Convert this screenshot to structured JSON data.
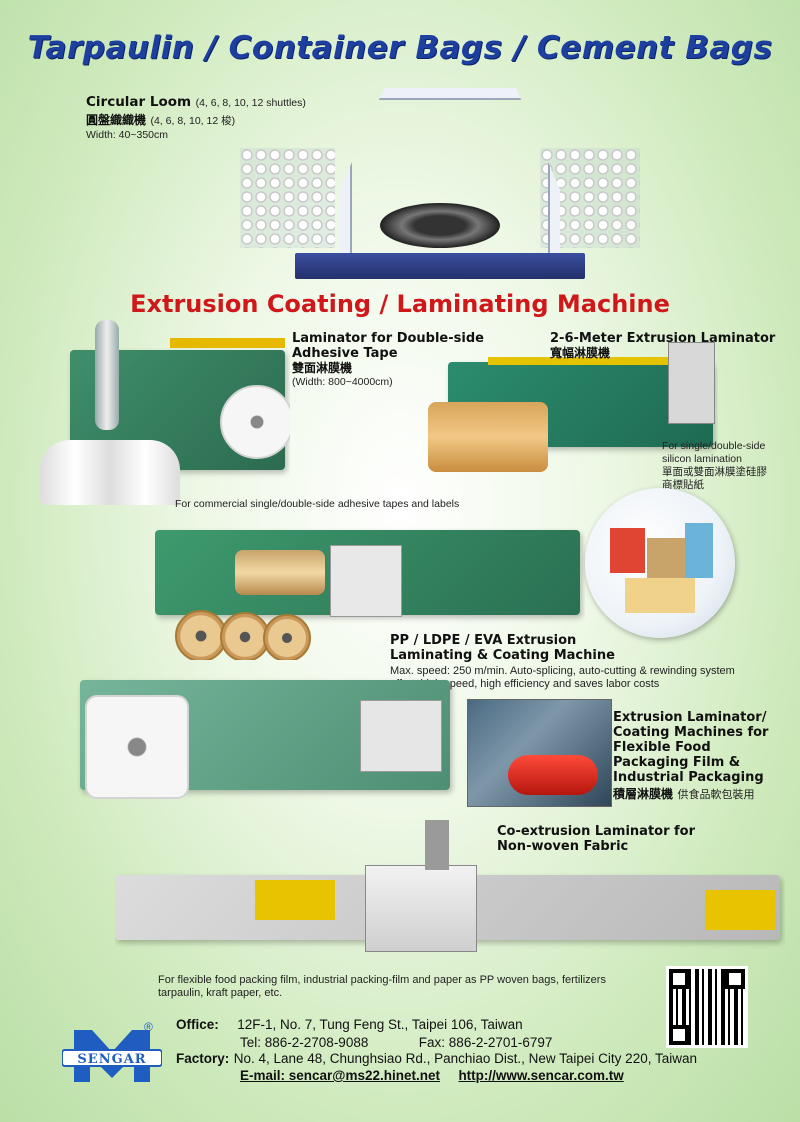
{
  "title": "Tarpaulin / Container Bags / Cement Bags",
  "circular_loom": {
    "name": "Circular Loom",
    "shuttles": "(4, 6, 8, 10, 12 shuttles)",
    "name_cn": "圓盤織織機",
    "shuttles_cn": "(4, 6, 8, 10, 12 梭)",
    "width": "Width: 40~350cm"
  },
  "section_title": "Extrusion Coating / Laminating Machine",
  "laminator_tape": {
    "line1": "Laminator for Double-side",
    "line2": "Adhesive Tape",
    "name_cn": "雙面淋膜機",
    "width": "(Width: 800~4000cm)",
    "caption": "For commercial single/double-side adhesive tapes and labels"
  },
  "extrusion_laminator_26": {
    "name": "2-6-Meter Extrusion Laminator",
    "name_cn": "寬幅淋膜機",
    "desc1": "For single/double-side",
    "desc2": "silicon lamination",
    "desc_cn1": "單面或雙面淋膜塗硅膠",
    "desc_cn2": "商標貼紙"
  },
  "pp_ldpe": {
    "line1": "PP / LDPE / EVA Extrusion",
    "line2": "Laminating & Coating Machine",
    "desc1": "Max. speed: 250 m/min. Auto-splicing, auto-cutting & rewinding system",
    "desc2": "offers high speed, high efficiency and saves labor costs"
  },
  "food_packaging": {
    "line1": "Extrusion Laminator/",
    "line2": "Coating Machines for",
    "line3": "Flexible Food",
    "line4": "Packaging Film &",
    "line5": "Industrial Packaging",
    "name_cn": "積層淋膜機",
    "note_cn": "供食品軟包裝用"
  },
  "coextrusion": {
    "line1": "Co-extrusion Laminator for",
    "line2": "Non-woven Fabric"
  },
  "bottom_note": {
    "line1": "For flexible food packing film, industrial packing-film and paper as PP woven bags, fertilizers",
    "line2": "tarpaulin, kraft paper, etc."
  },
  "company": {
    "logo_text": "SENGAR",
    "registered": "®",
    "office_label": "Office:",
    "office_address": "12F-1, No. 7, Tung Feng St., Taipei 106, Taiwan",
    "tel": "Tel: 886-2-2708-9088",
    "fax": "Fax: 886-2-2701-6797",
    "factory_label": "Factory:",
    "factory_address": "No. 4, Lane 48, Chunghsiao Rd., Panchiao Dist., New Taipei City 220, Taiwan",
    "email": "E-mail: sencar@ms22.hinet.net",
    "website": "http://www.sencar.com.tw"
  },
  "colors": {
    "title_blue": "#1c3fa0",
    "section_red": "#d0181b",
    "logo_blue": "#1f5ec0",
    "background_green": "#cfeabd"
  }
}
